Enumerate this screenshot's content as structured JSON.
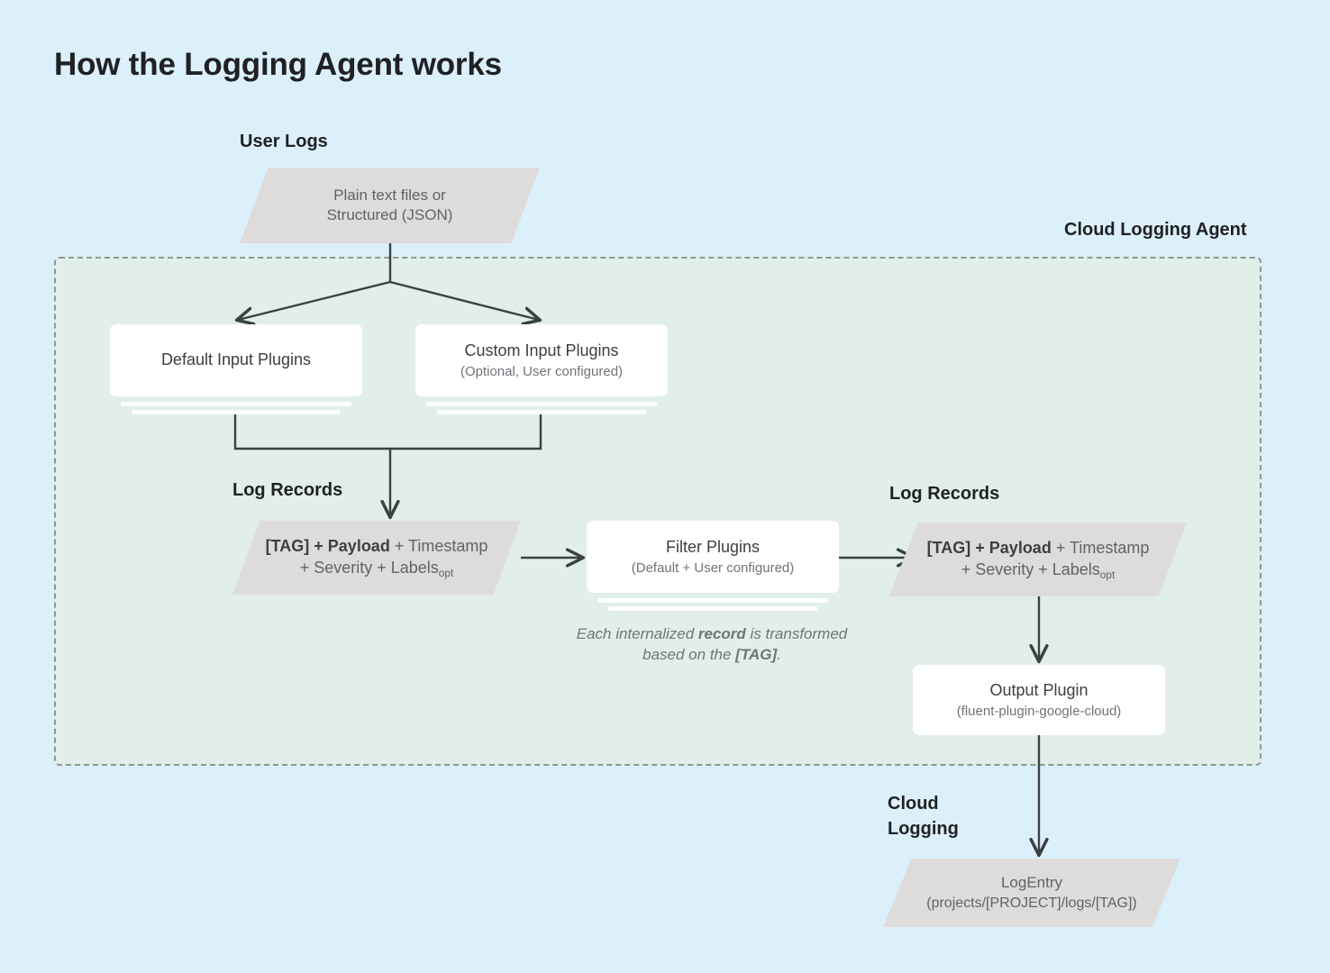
{
  "page": {
    "title": "How the Logging Agent works",
    "background_color": "#dcf0fc",
    "agent_region_color": "#e1efe8",
    "node_gray": "#dedbdb",
    "text_color": "#3c4043",
    "muted_text_color": "#6f7479"
  },
  "labels": {
    "user_logs": "User Logs",
    "cloud_logging_agent": "Cloud Logging Agent",
    "log_records_left": "Log Records",
    "log_records_right": "Log Records",
    "cloud_logging": "Cloud\nLogging"
  },
  "nodes": {
    "source": {
      "line1": "Plain text files or",
      "line2": "Structured (JSON)"
    },
    "default_input": {
      "title": "Default Input Plugins",
      "subtitle": ""
    },
    "custom_input": {
      "title": "Custom Input Plugins",
      "subtitle": "(Optional, User configured)"
    },
    "log_record_left": {
      "bold_part": "[TAG] + Payload",
      "rest_line1": " + Timestamp",
      "line2": "+ Severity + Labels",
      "subscript": "opt"
    },
    "filter": {
      "title": "Filter Plugins",
      "subtitle": "(Default + User configured)"
    },
    "log_record_right": {
      "bold_part": "[TAG] + Payload",
      "rest_line1": " + Timestamp",
      "line2": "+ Severity + Labels",
      "subscript": "opt"
    },
    "output": {
      "title": "Output Plugin",
      "subtitle": "(fluent-plugin-google-cloud)"
    },
    "log_entry": {
      "title": "LogEntry",
      "subtitle": "(projects/[PROJECT]/logs/[TAG])"
    }
  },
  "captions": {
    "transform_pre": "Each internalized ",
    "transform_bold1": "record",
    "transform_mid": " is transformed based on the ",
    "transform_bold2": "[TAG]",
    "transform_post": "."
  }
}
